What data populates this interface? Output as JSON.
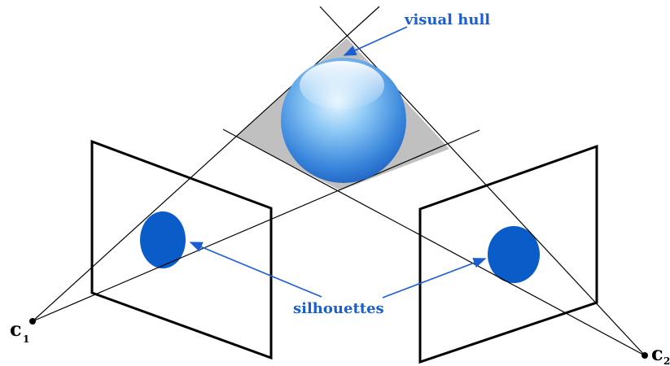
{
  "labels": {
    "visual_hull": "visual hull",
    "silhouettes": "silhouettes"
  },
  "cameras": [
    {
      "name": "c",
      "subscript": "1"
    },
    {
      "name": "c",
      "subscript": "2"
    }
  ],
  "colors": {
    "hull_fill": "#c0c0c0",
    "silhouette_fill": "#0a5cc8",
    "annotation_blue": "#1a5fd1",
    "sphere_light": "#bfe3ff",
    "sphere_dark": "#1b63c6"
  }
}
